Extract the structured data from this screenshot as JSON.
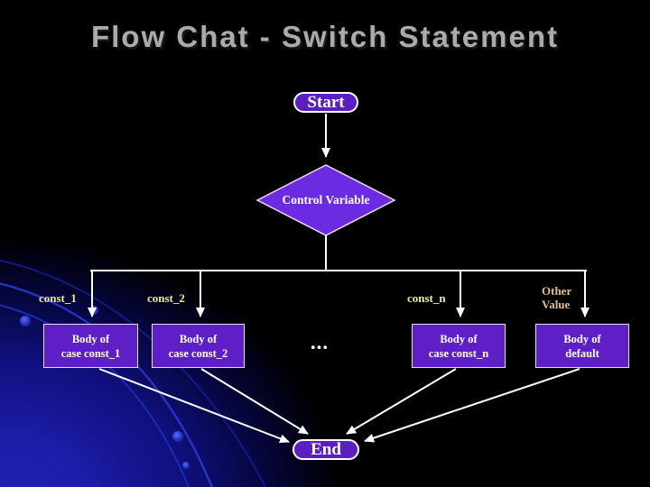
{
  "slide_title": "Flow Chat - Switch Statement",
  "flowchart": {
    "start_label": "Start",
    "decision_label": "Control Variable",
    "end_label": "End",
    "ellipsis": "...",
    "branches": [
      {
        "condition": "const_1",
        "body_line1": "Body of",
        "body_line2": "case const_1"
      },
      {
        "condition": "const_2",
        "body_line1": "Body of",
        "body_line2": "case const_2"
      },
      {
        "condition": "const_n",
        "body_line1": "Body of",
        "body_line2": "case const_n"
      },
      {
        "condition_line1": "Other",
        "condition_line2": "Value",
        "body_line1": "Body of",
        "body_line2": "default"
      }
    ]
  },
  "colors": {
    "background": "#000000",
    "glow_blue": "#2323B4",
    "shape_purple": "#5E20C6",
    "diamond_purple": "#6B2BE0",
    "pill_purple": "#5B1FC0",
    "title_gray": "#ABABAB",
    "case_label_yellow": "#EEEE88",
    "other_value_tan": "#E4BE85",
    "connector_white": "#FFFFFF"
  }
}
